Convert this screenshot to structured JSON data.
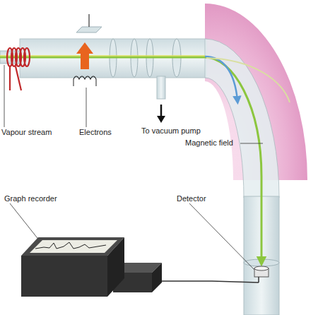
{
  "diagram": {
    "labels": [
      "Vapour stream",
      "Electrons",
      "To vacuum pump",
      "Magnetic field",
      "Graph recorder",
      "Detector"
    ]
  }
}
